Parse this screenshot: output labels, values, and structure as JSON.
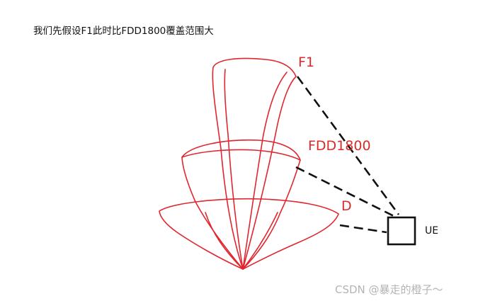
{
  "heading": "我们先假设F1此时比FDD1800覆盖范围大",
  "labels": {
    "f1": "F1",
    "fdd1800": "FDD1800",
    "d": "D",
    "ue": "UE"
  },
  "watermark": "CSDN @暴走的橙子～",
  "colors": {
    "beam": "#e0262f",
    "label": "#d92b2b",
    "link": "#111111",
    "ue_box": "#111111"
  }
}
